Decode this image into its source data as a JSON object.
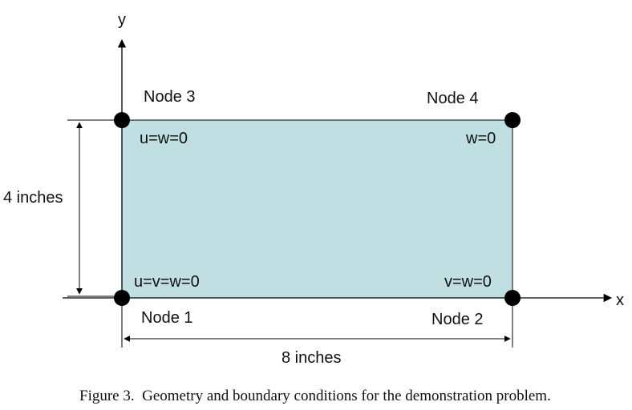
{
  "axes": {
    "x_label": "x",
    "y_label": "y"
  },
  "plate": {
    "fill_color": "#bfdfe2"
  },
  "nodes": [
    {
      "label": "Node 1",
      "bc": "u=v=w=0"
    },
    {
      "label": "Node 2",
      "bc": "v=w=0"
    },
    {
      "label": "Node 3",
      "bc": "u=w=0"
    },
    {
      "label": "Node 4",
      "bc": "w=0"
    }
  ],
  "dimensions": {
    "width_label": "8 inches",
    "height_label": "4 inches"
  },
  "caption": "Figure 3.  Geometry and boundary conditions for the demonstration problem."
}
